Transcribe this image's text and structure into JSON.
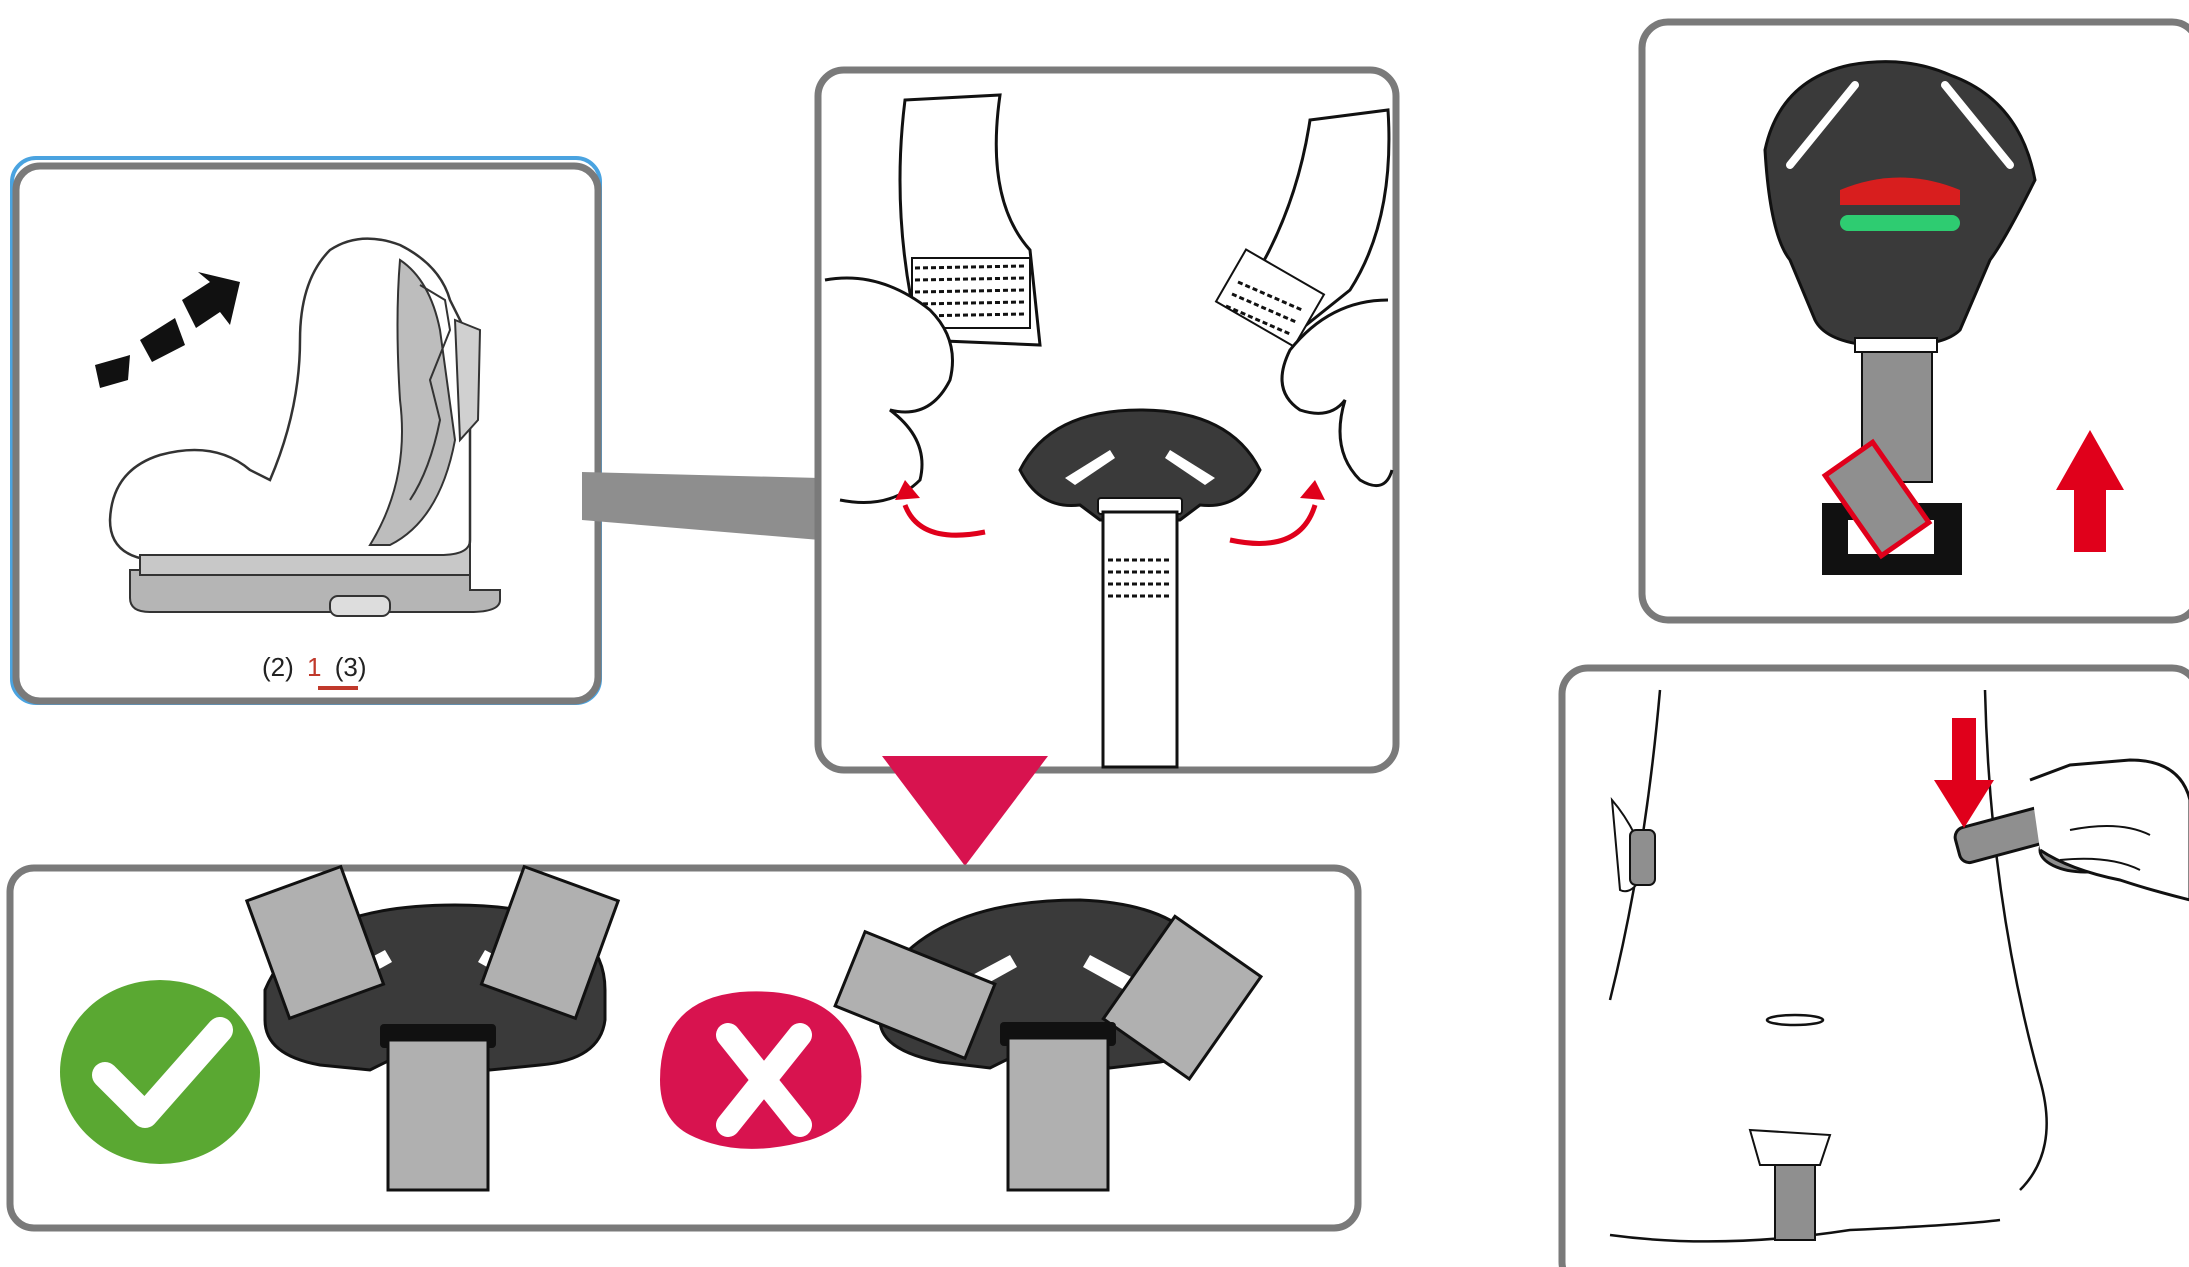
{
  "recline_positions": {
    "left": "(2)",
    "selected": "1",
    "right": "(3)"
  },
  "colors": {
    "panel_border": "#7a7a7a",
    "panel_border_blue": "#4aa3e0",
    "buckle_dark": "#3a3a3a",
    "strap_gray": "#a9a9a9",
    "arrow_red": "#e0001b",
    "indicator_red": "#d81e1e",
    "indicator_green": "#2ecc71",
    "correct_green": "#5aa832",
    "wrong_magenta": "#d8134f",
    "pointer_magenta": "#d8134f"
  },
  "icons": {
    "correct": "checkmark-icon",
    "wrong": "cross-icon",
    "step_pointer": "down-triangle-icon",
    "pull_up": "up-arrow-icon",
    "push_down": "down-arrow-icon"
  }
}
